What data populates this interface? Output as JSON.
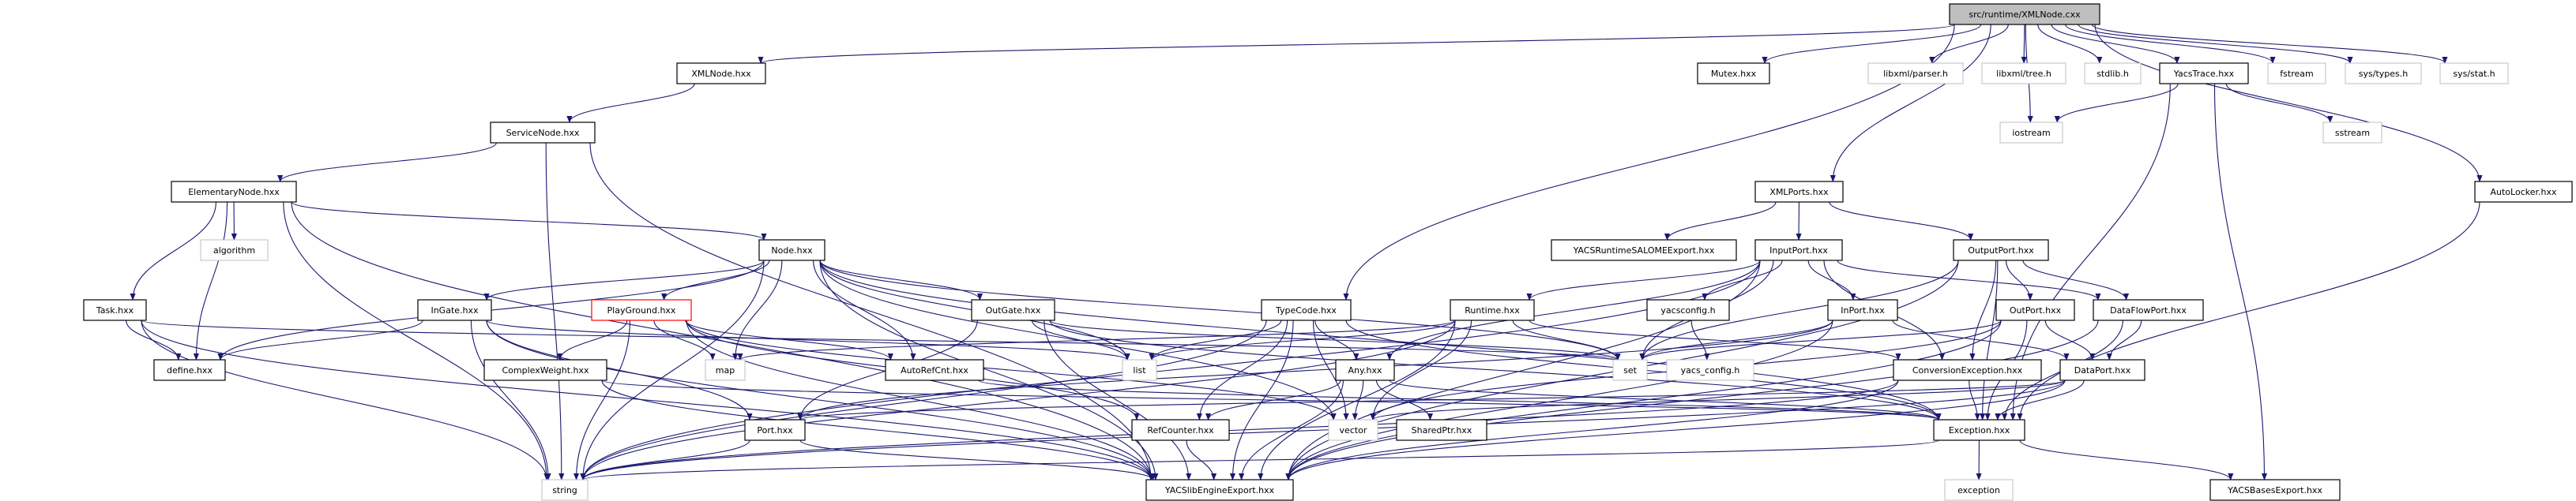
{
  "graph": {
    "colors": {
      "edge": "#191970",
      "root_fill": "#bfbfbf",
      "project_border": "#000000",
      "system_border": "#bfbfbf",
      "highlight_border": "#ff0000"
    },
    "nodes": [
      {
        "id": "root",
        "label": "src/runtime/XMLNode.cxx",
        "kind": "root"
      },
      {
        "id": "xmlnode",
        "label": "XMLNode.hxx",
        "kind": "project"
      },
      {
        "id": "mutex",
        "label": "Mutex.hxx",
        "kind": "project"
      },
      {
        "id": "parser",
        "label": "libxml/parser.h",
        "kind": "system"
      },
      {
        "id": "tree",
        "label": "libxml/tree.h",
        "kind": "system"
      },
      {
        "id": "stdlib",
        "label": "stdlib.h",
        "kind": "system"
      },
      {
        "id": "yacstrace",
        "label": "YacsTrace.hxx",
        "kind": "project"
      },
      {
        "id": "fstream",
        "label": "fstream",
        "kind": "system"
      },
      {
        "id": "systypes",
        "label": "sys/types.h",
        "kind": "system"
      },
      {
        "id": "sysstat",
        "label": "sys/stat.h",
        "kind": "system"
      },
      {
        "id": "servicenode",
        "label": "ServiceNode.hxx",
        "kind": "project"
      },
      {
        "id": "iostream",
        "label": "iostream",
        "kind": "system"
      },
      {
        "id": "sstream",
        "label": "sstream",
        "kind": "system"
      },
      {
        "id": "elementarynode",
        "label": "ElementaryNode.hxx",
        "kind": "project"
      },
      {
        "id": "xmlports",
        "label": "XMLPorts.hxx",
        "kind": "project"
      },
      {
        "id": "autolocker",
        "label": "AutoLocker.hxx",
        "kind": "project"
      },
      {
        "id": "algorithm",
        "label": "algorithm",
        "kind": "system"
      },
      {
        "id": "node",
        "label": "Node.hxx",
        "kind": "project"
      },
      {
        "id": "salomeexport",
        "label": "YACSRuntimeSALOMEExport.hxx",
        "kind": "project"
      },
      {
        "id": "inputport",
        "label": "InputPort.hxx",
        "kind": "project"
      },
      {
        "id": "outputport",
        "label": "OutputPort.hxx",
        "kind": "project"
      },
      {
        "id": "task",
        "label": "Task.hxx",
        "kind": "project"
      },
      {
        "id": "ingate",
        "label": "InGate.hxx",
        "kind": "project"
      },
      {
        "id": "playground",
        "label": "PlayGround.hxx",
        "kind": "highlight"
      },
      {
        "id": "outgate",
        "label": "OutGate.hxx",
        "kind": "project"
      },
      {
        "id": "typecode",
        "label": "TypeCode.hxx",
        "kind": "project"
      },
      {
        "id": "runtime",
        "label": "Runtime.hxx",
        "kind": "project"
      },
      {
        "id": "yacsconfig",
        "label": "yacsconfig.h",
        "kind": "project"
      },
      {
        "id": "inport",
        "label": "InPort.hxx",
        "kind": "project"
      },
      {
        "id": "outport",
        "label": "OutPort.hxx",
        "kind": "project"
      },
      {
        "id": "dataflowport",
        "label": "DataFlowPort.hxx",
        "kind": "project"
      },
      {
        "id": "define",
        "label": "define.hxx",
        "kind": "project"
      },
      {
        "id": "complexweight",
        "label": "ComplexWeight.hxx",
        "kind": "project"
      },
      {
        "id": "map",
        "label": "map",
        "kind": "system"
      },
      {
        "id": "autorefcnt",
        "label": "AutoRefCnt.hxx",
        "kind": "project"
      },
      {
        "id": "list",
        "label": "list",
        "kind": "system"
      },
      {
        "id": "any",
        "label": "Any.hxx",
        "kind": "project"
      },
      {
        "id": "set",
        "label": "set",
        "kind": "system"
      },
      {
        "id": "yacs_config",
        "label": "yacs_config.h",
        "kind": "system"
      },
      {
        "id": "conversionexception",
        "label": "ConversionException.hxx",
        "kind": "project"
      },
      {
        "id": "dataport",
        "label": "DataPort.hxx",
        "kind": "project"
      },
      {
        "id": "port",
        "label": "Port.hxx",
        "kind": "project"
      },
      {
        "id": "refcounter",
        "label": "RefCounter.hxx",
        "kind": "project"
      },
      {
        "id": "vector",
        "label": "vector",
        "kind": "system"
      },
      {
        "id": "sharedptr",
        "label": "SharedPtr.hxx",
        "kind": "project"
      },
      {
        "id": "exception_hxx",
        "label": "Exception.hxx",
        "kind": "project"
      },
      {
        "id": "string",
        "label": "string",
        "kind": "system"
      },
      {
        "id": "engineexport",
        "label": "YACSlibEngineExport.hxx",
        "kind": "project"
      },
      {
        "id": "exception",
        "label": "exception",
        "kind": "system"
      },
      {
        "id": "basesexport",
        "label": "YACSBasesExport.hxx",
        "kind": "project"
      }
    ],
    "edges": [
      [
        "root",
        "xmlnode"
      ],
      [
        "root",
        "mutex"
      ],
      [
        "root",
        "parser"
      ],
      [
        "root",
        "tree"
      ],
      [
        "root",
        "stdlib"
      ],
      [
        "root",
        "yacstrace"
      ],
      [
        "root",
        "fstream"
      ],
      [
        "root",
        "systypes"
      ],
      [
        "root",
        "sysstat"
      ],
      [
        "root",
        "autolocker"
      ],
      [
        "root",
        "xmlports"
      ],
      [
        "root",
        "iostream"
      ],
      [
        "root",
        "typecode"
      ],
      [
        "xmlnode",
        "servicenode"
      ],
      [
        "servicenode",
        "elementarynode"
      ],
      [
        "servicenode",
        "string"
      ],
      [
        "servicenode",
        "engineexport"
      ],
      [
        "elementarynode",
        "node"
      ],
      [
        "elementarynode",
        "algorithm"
      ],
      [
        "elementarynode",
        "task"
      ],
      [
        "elementarynode",
        "define"
      ],
      [
        "elementarynode",
        "string"
      ],
      [
        "elementarynode",
        "engineexport"
      ],
      [
        "yacstrace",
        "iostream"
      ],
      [
        "yacstrace",
        "sstream"
      ],
      [
        "yacstrace",
        "exception_hxx"
      ],
      [
        "yacstrace",
        "basesexport"
      ],
      [
        "autolocker",
        "exception_hxx"
      ],
      [
        "xmlports",
        "salomeexport"
      ],
      [
        "xmlports",
        "inputport"
      ],
      [
        "xmlports",
        "outputport"
      ],
      [
        "node",
        "ingate"
      ],
      [
        "node",
        "playground"
      ],
      [
        "node",
        "outgate"
      ],
      [
        "node",
        "map"
      ],
      [
        "node",
        "autorefcnt"
      ],
      [
        "node",
        "define"
      ],
      [
        "node",
        "string"
      ],
      [
        "node",
        "set"
      ],
      [
        "node",
        "list"
      ],
      [
        "node",
        "exception_hxx"
      ],
      [
        "node",
        "engineexport"
      ],
      [
        "node",
        "vector"
      ],
      [
        "task",
        "define"
      ],
      [
        "task",
        "string"
      ],
      [
        "task",
        "engineexport"
      ],
      [
        "task",
        "set"
      ],
      [
        "ingate",
        "define"
      ],
      [
        "ingate",
        "list"
      ],
      [
        "ingate",
        "string"
      ],
      [
        "ingate",
        "engineexport"
      ],
      [
        "ingate",
        "port"
      ],
      [
        "playground",
        "complexweight"
      ],
      [
        "playground",
        "map"
      ],
      [
        "playground",
        "string"
      ],
      [
        "playground",
        "engineexport"
      ],
      [
        "playground",
        "vector"
      ],
      [
        "playground",
        "autorefcnt"
      ],
      [
        "playground",
        "refcounter"
      ],
      [
        "complexweight",
        "engineexport"
      ],
      [
        "complexweight",
        "exception_hxx"
      ],
      [
        "outgate",
        "list"
      ],
      [
        "outgate",
        "port"
      ],
      [
        "outgate",
        "engineexport"
      ],
      [
        "outgate",
        "exception_hxx"
      ],
      [
        "outgate",
        "set"
      ],
      [
        "typecode",
        "list"
      ],
      [
        "typecode",
        "any"
      ],
      [
        "typecode",
        "refcounter"
      ],
      [
        "typecode",
        "engineexport"
      ],
      [
        "typecode",
        "exception_hxx"
      ],
      [
        "typecode",
        "string"
      ],
      [
        "typecode",
        "vector"
      ],
      [
        "runtime",
        "vector"
      ],
      [
        "runtime",
        "set"
      ],
      [
        "runtime",
        "list"
      ],
      [
        "runtime",
        "map"
      ],
      [
        "runtime",
        "string"
      ],
      [
        "runtime",
        "engineexport"
      ],
      [
        "runtime",
        "conversionexception"
      ],
      [
        "inputport",
        "runtime"
      ],
      [
        "inputport",
        "yacsconfig"
      ],
      [
        "inputport",
        "inport"
      ],
      [
        "inputport",
        "any"
      ],
      [
        "inputport",
        "conversionexception"
      ],
      [
        "inputport",
        "dataflowport"
      ],
      [
        "inputport",
        "set"
      ],
      [
        "inputport",
        "string"
      ],
      [
        "inputport",
        "engineexport"
      ],
      [
        "yacsconfig",
        "yacs_config"
      ],
      [
        "inport",
        "set"
      ],
      [
        "inport",
        "port"
      ],
      [
        "inport",
        "engineexport"
      ],
      [
        "inport",
        "dataport"
      ],
      [
        "outputport",
        "outport"
      ],
      [
        "outputport",
        "dataflowport"
      ],
      [
        "outputport",
        "conversionexception"
      ],
      [
        "outputport",
        "set"
      ],
      [
        "outputport",
        "engineexport"
      ],
      [
        "outputport",
        "exception_hxx"
      ],
      [
        "outport",
        "dataport"
      ],
      [
        "outport",
        "set"
      ],
      [
        "outport",
        "exception_hxx"
      ],
      [
        "outport",
        "engineexport"
      ],
      [
        "outport",
        "vector"
      ],
      [
        "dataflowport",
        "dataport"
      ],
      [
        "dataflowport",
        "engineexport"
      ],
      [
        "dataflowport",
        "exception_hxx"
      ],
      [
        "dataport",
        "exception_hxx"
      ],
      [
        "dataport",
        "vector"
      ],
      [
        "dataport",
        "port"
      ],
      [
        "dataport",
        "engineexport"
      ],
      [
        "dataport",
        "string"
      ],
      [
        "conversionexception",
        "exception_hxx"
      ],
      [
        "conversionexception",
        "engineexport"
      ],
      [
        "conversionexception",
        "string"
      ],
      [
        "any",
        "vector"
      ],
      [
        "any",
        "sharedptr"
      ],
      [
        "any",
        "refcounter"
      ],
      [
        "any",
        "engineexport"
      ],
      [
        "any",
        "exception_hxx"
      ],
      [
        "autorefcnt",
        "exception_hxx"
      ],
      [
        "port",
        "string"
      ],
      [
        "port",
        "engineexport"
      ],
      [
        "refcounter",
        "engineexport"
      ],
      [
        "exception_hxx",
        "exception"
      ],
      [
        "exception_hxx",
        "basesexport"
      ],
      [
        "exception_hxx",
        "string"
      ]
    ]
  }
}
